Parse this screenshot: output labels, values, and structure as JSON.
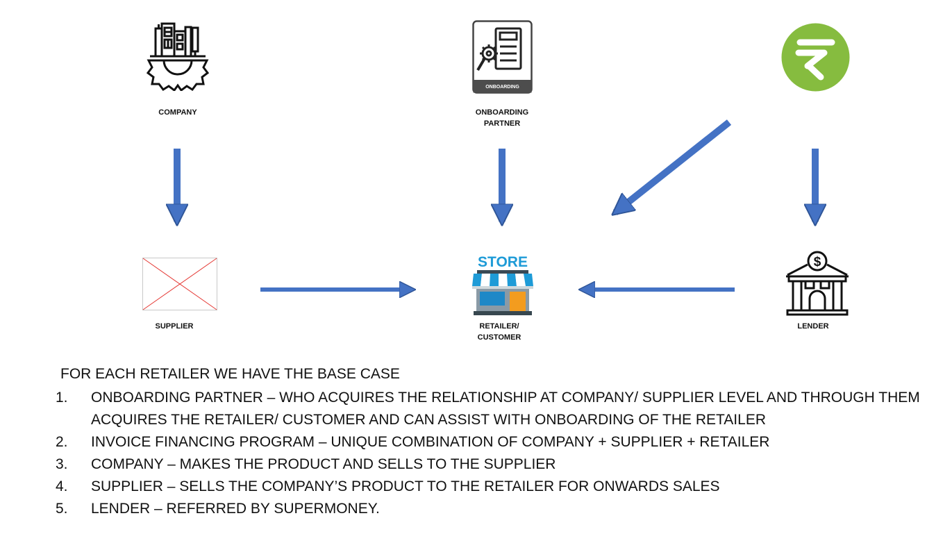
{
  "diagram": {
    "nodes": {
      "company": {
        "label": "COMPANY",
        "icon": "factory-gear-icon"
      },
      "onboarding_partner": {
        "label_line1": "ONBOARDING",
        "label_line2": "PARTNER",
        "icon": "onboarding-document-icon",
        "icon_caption": "ONBOARDING"
      },
      "supermoney": {
        "icon": "supermoney-logo-icon",
        "color": "#86bc3f"
      },
      "supplier": {
        "label": "SUPPLIER",
        "icon": "broken-image-placeholder"
      },
      "retailer": {
        "label_line1": "RETAILER/",
        "label_line2": "CUSTOMER",
        "icon": "store-icon",
        "icon_caption": "STORE"
      },
      "lender": {
        "label": "LENDER",
        "icon": "bank-icon",
        "icon_caption": "$"
      }
    },
    "edges": [
      {
        "from": "company",
        "to": "supplier"
      },
      {
        "from": "onboarding_partner",
        "to": "retailer"
      },
      {
        "from": "supermoney",
        "to": "retailer"
      },
      {
        "from": "supermoney",
        "to": "lender"
      },
      {
        "from": "supplier",
        "to": "retailer"
      },
      {
        "from": "lender",
        "to": "retailer"
      }
    ],
    "arrow_color": "#4472c4"
  },
  "notes": {
    "intro": "FOR EACH RETAILER WE HAVE THE BASE CASE",
    "items": [
      {
        "num": "1.",
        "text": "ONBOARDING PARTNER – WHO ACQUIRES THE RELATIONSHIP AT COMPANY/ SUPPLIER LEVEL AND THROUGH THEM ACQUIRES THE RETAILER/ CUSTOMER AND CAN ASSIST WITH ONBOARDING OF THE RETAILER"
      },
      {
        "num": "2.",
        "text": "INVOICE FINANCING PROGRAM – UNIQUE COMBINATION OF COMPANY + SUPPLIER + RETAILER"
      },
      {
        "num": "3.",
        "text": "COMPANY – MAKES THE PRODUCT AND SELLS TO THE SUPPLIER"
      },
      {
        "num": "4.",
        "text": "SUPPLIER – SELLS THE COMPANY’S PRODUCT TO THE RETAILER FOR ONWARDS SALES"
      },
      {
        "num": "5.",
        "text": "LENDER – REFERRED BY SUPERMONEY."
      }
    ]
  }
}
